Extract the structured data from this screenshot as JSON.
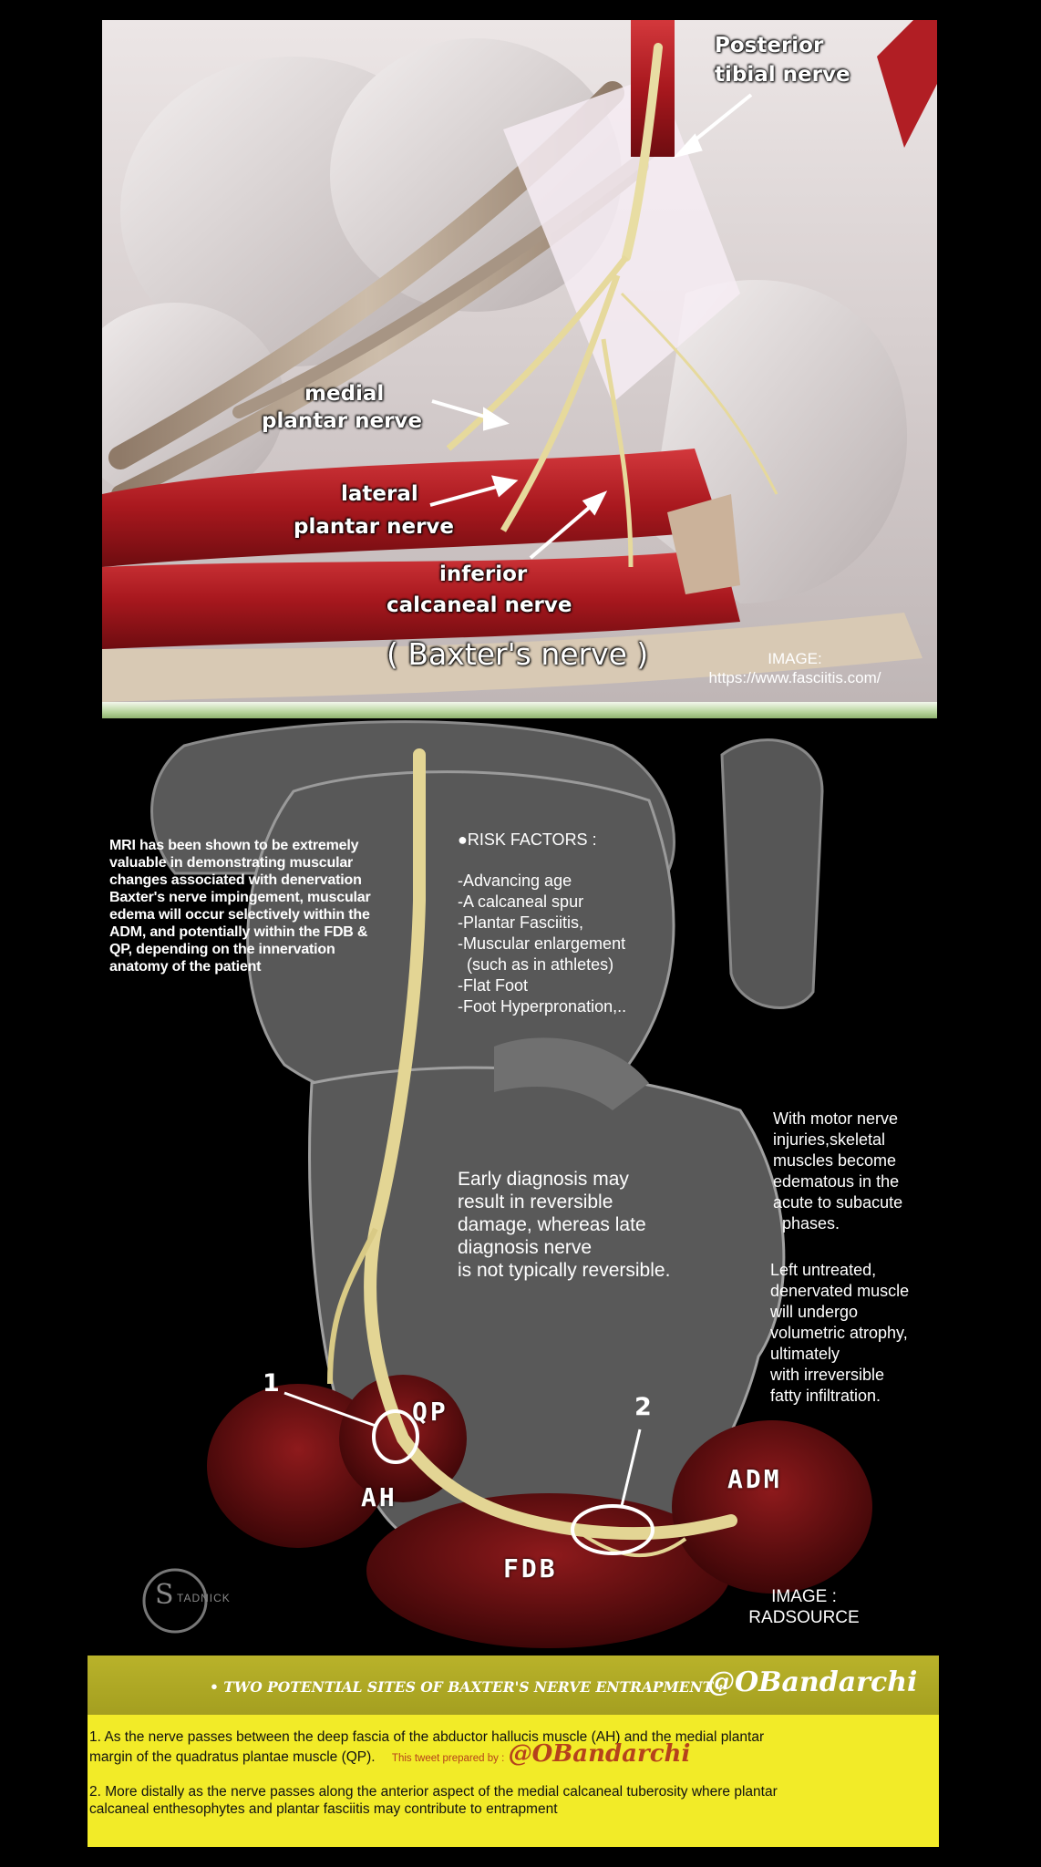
{
  "top_panel": {
    "labels": {
      "posterior_tibial_1": "Posterior",
      "posterior_tibial_2": "tibial nerve",
      "medial_1": "medial",
      "medial_2": "plantar nerve",
      "lateral_1": "lateral",
      "lateral_2": "plantar nerve",
      "inferior_1": "inferior",
      "inferior_2": "calcaneal nerve",
      "baxter": "( Baxter's nerve )"
    },
    "credit": {
      "line1": "IMAGE:",
      "line2": "https://www.fasciitis.com/"
    }
  },
  "bottom_panel": {
    "mri_paragraph": [
      "MRI has been shown to be extremely",
      "valuable in demonstrating muscular",
      "changes associated with denervation",
      "Baxter's nerve impingement, muscular",
      "edema will occur selectively within the",
      "ADM, and potentially within the FDB &",
      "QP, depending on the innervation",
      "anatomy of the patient"
    ],
    "risk_title": "●RISK FACTORS :",
    "risk_items": [
      "-Advancing age",
      "-A calcaneal spur",
      "-Plantar Fasciitis,",
      "-Muscular enlargement",
      "  (such as in athletes)",
      "-Flat Foot",
      "-Foot Hyperpronation,.."
    ],
    "early_diagnosis": [
      "Early diagnosis may",
      "result in reversible",
      "damage, whereas late",
      "diagnosis nerve",
      "is not typically reversible."
    ],
    "motor_paragraph": [
      "With motor nerve",
      "injuries,skeletal",
      "muscles become",
      "edematous in the",
      "acute to subacute",
      "  phases."
    ],
    "untreated_paragraph": [
      "Left untreated,",
      "denervated muscle",
      "will undergo",
      "volumetric atrophy,",
      "ultimately",
      "with irreversible",
      "fatty infiltration."
    ],
    "muscle_labels": {
      "qp": "QP",
      "ah": "AH",
      "adm": "ADM",
      "fdb": "FDB"
    },
    "site_numbers": {
      "one": "1",
      "two": "2"
    },
    "watermark": "TADNICK",
    "credit": {
      "line1": "IMAGE :",
      "line2": "RADSOURCE"
    }
  },
  "footer": {
    "title": "• TWO POTENTIAL SITES OF BAXTER'S NERVE ENTRAPMENT :",
    "handle": "@OBandarchi",
    "point1_line1": "1. As the nerve passes between the deep fascia of the abductor hallucis muscle (AH) and the medial plantar",
    "point1_line2": "margin of the quadratus plantae muscle (QP).",
    "prepared_by": "This tweet prepared by :",
    "prepared_handle": "@OBandarchi",
    "point2_line1": "2. More distally as the nerve passes along the anterior aspect of the medial calcaneal tuberosity where plantar",
    "point2_line2": "calcaneal enthesophytes and plantar fasciitis may contribute to entrapment"
  },
  "colors": {
    "muscle_red": "#b3262b",
    "nerve_yellow": "#e6dba0",
    "bone_gray": "#565656",
    "footer_yellow": "#f2eb28",
    "footer_bar": "#a9a321",
    "handle_orange": "#b5421c"
  }
}
